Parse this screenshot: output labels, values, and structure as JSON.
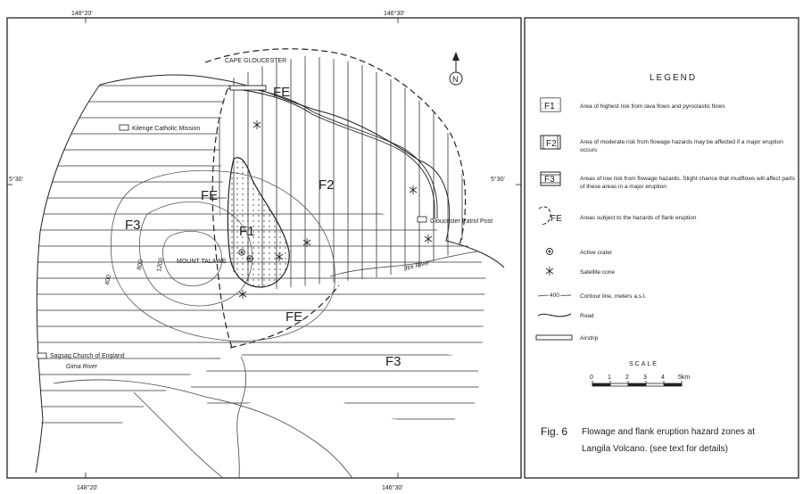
{
  "map": {
    "coords": {
      "lon_left_top": "148°20'",
      "lon_right_top": "146°30'",
      "lon_left_bottom": "148°20'",
      "lon_right_bottom": "146°30'",
      "lat_left": "5°30'",
      "lat_right": "5°30'"
    },
    "north": "N",
    "places": {
      "cape": "CAPE GLOUCESTER",
      "kilenge": "Kilenge Catholic Mission",
      "post": "Gloucester Patrol Post",
      "sagsag": "Sagsag Church of England",
      "gima": "Gima River",
      "itni": "Itni River",
      "talawe": "MOUNT TALAWE"
    },
    "contours": [
      "400",
      "800",
      "1200"
    ],
    "zones": {
      "f1": "F1",
      "f2": "F2",
      "f3_west": "F3",
      "f3_south": "F3",
      "fe_north": "FE",
      "fe_west": "FE",
      "fe_south": "FE"
    }
  },
  "legend": {
    "title": "LEGEND",
    "items": [
      {
        "symbol": "F1",
        "text": "Area of highest risk from lava flows and pyroclastic flows"
      },
      {
        "symbol": "F2",
        "text": "Area of moderate risk from flowage hazards may be affected if a major eruption occurs"
      },
      {
        "symbol": "F3",
        "text": "Areas of low risk from flowage hazards. Slight chance that mudflows will affect parts of these areas in a major eruption"
      },
      {
        "symbol": "FE",
        "text": "Areas subject to the hazards of flank eruption"
      },
      {
        "symbol": "",
        "text": "Active crater"
      },
      {
        "symbol": "",
        "text": "Satellite cone"
      },
      {
        "symbol": "400",
        "text": "Contour line, meters a.s.l."
      },
      {
        "symbol": "",
        "text": "Road"
      },
      {
        "symbol": "",
        "text": "Airstrip"
      }
    ],
    "scale": {
      "title": "SCALE",
      "ticks": [
        "0",
        "1",
        "2",
        "3",
        "4",
        "5km"
      ]
    }
  },
  "caption": {
    "fig": "Fig. 6",
    "line1": "Flowage and flank eruption hazard zones at",
    "line2": "Langila Volcano. (see text for details)"
  }
}
